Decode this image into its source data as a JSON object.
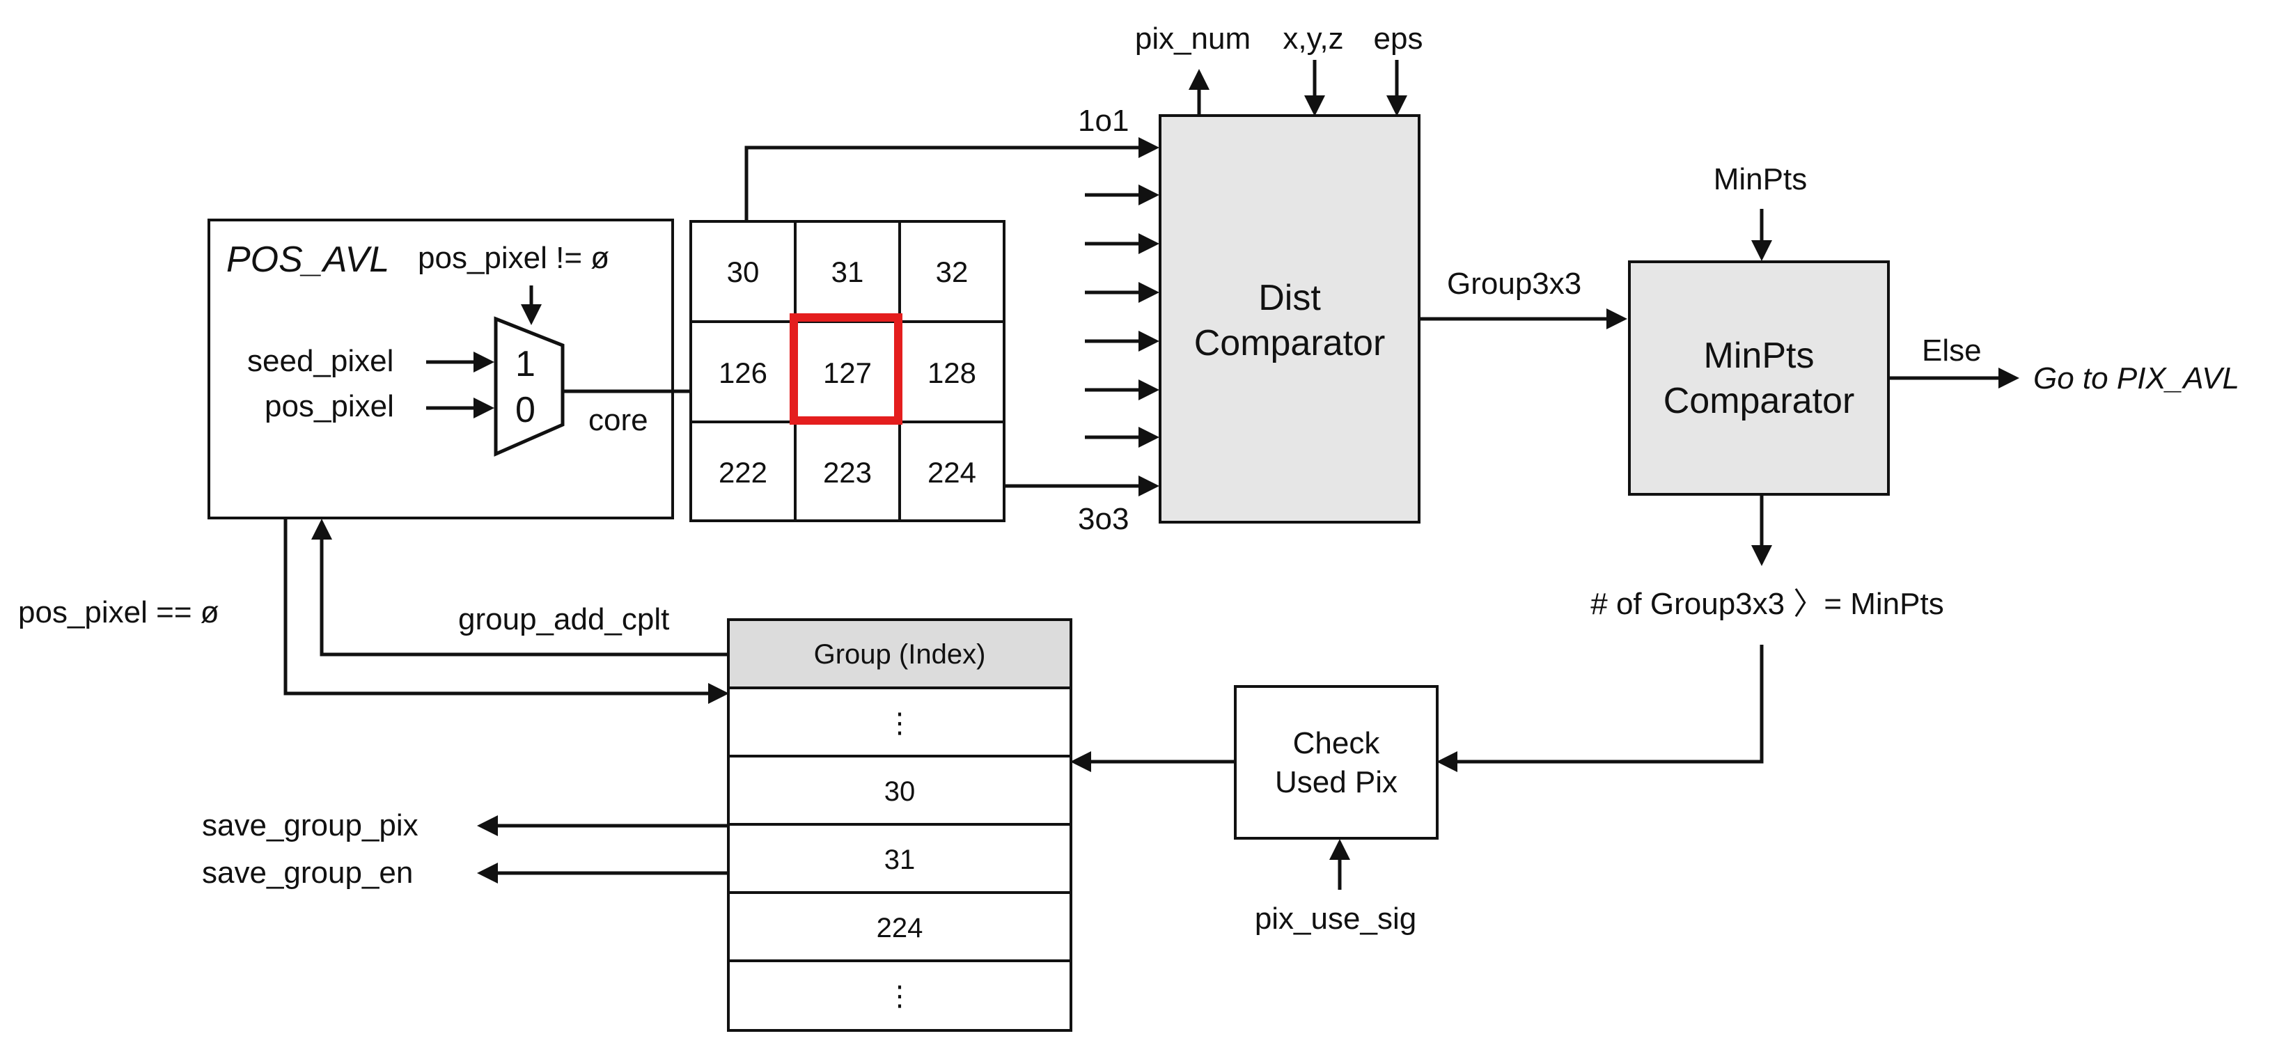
{
  "pos_avl": {
    "title": "POS_AVL",
    "pos_pixel_cond": "pos_pixel  != ø",
    "mux_in1_label": "seed_pixel",
    "mux_in0_label": "pos_pixel",
    "mux_in1": "1",
    "mux_in0": "0",
    "core_label": "core"
  },
  "grid": {
    "cells": [
      "30",
      "31",
      "32",
      "126",
      "127",
      "128",
      "222",
      "223",
      "224"
    ],
    "highlight_color": "#e41e1e"
  },
  "dist": {
    "line1": "Dist",
    "line2": "Comparator",
    "top_inputs": [
      "pix_num",
      "x,y,z",
      "eps"
    ],
    "in_first": "1o1",
    "in_last": "3o3",
    "fill": "#e6e6e6"
  },
  "minpts": {
    "input": "MinPts",
    "line1": "MinPts",
    "line2": "Comparator",
    "group_label": "Group3x3",
    "else_label": "Else",
    "goto_label": "Go to PIX_AVL",
    "condition": "# of Group3x3 〉= MinPts",
    "fill": "#e6e6e6"
  },
  "check": {
    "line1": "Check",
    "line2": "Used Pix",
    "input": "pix_use_sig"
  },
  "group_table": {
    "header": "Group (Index)",
    "rows": [
      "⋮",
      "30",
      "31",
      "224",
      "⋮"
    ],
    "header_fill": "#dcdcdc"
  },
  "signals": {
    "pos_empty": "pos_pixel == ø",
    "group_add_cplt": "group_add_cplt",
    "save_group_pix": "save_group_pix",
    "save_group_en": "save_group_en"
  }
}
